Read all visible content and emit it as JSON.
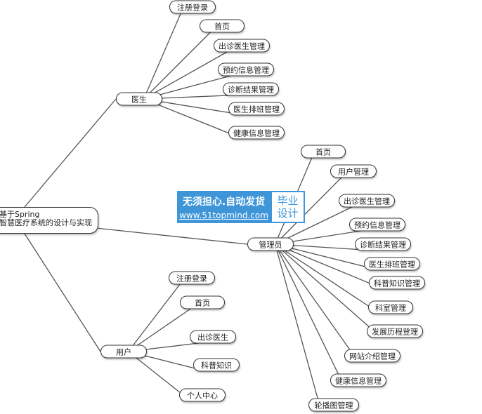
{
  "root": {
    "line1": "基于Spring",
    "line2": "智慧医疗系统的设计与实现"
  },
  "doctor": {
    "label": "医生",
    "children": [
      "注册登录",
      "首页",
      "出诊医生管理",
      "预约信息管理",
      "诊断结果管理",
      "医生排班管理",
      "健康信息管理"
    ]
  },
  "admin": {
    "label": "管理员",
    "children": [
      "首页",
      "用户管理",
      "出诊医生管理",
      "预约信息管理",
      "诊断结果管理",
      "医生排班管理",
      "科普知识管理",
      "科室管理",
      "发展历程登理",
      "网站介绍管理",
      "健康信息管理",
      "轮播图管理"
    ]
  },
  "user": {
    "label": "用户",
    "children": [
      "注册登录",
      "首页",
      "出诊医生",
      "科普知识",
      "个人中心"
    ]
  },
  "watermark": {
    "slogan": "无须担心.自动发货",
    "url": "www.51topmind.com",
    "tag1": "毕业",
    "tag2": "设计"
  },
  "colors": {
    "line": "#555555",
    "watermark": "#3e95d8"
  }
}
